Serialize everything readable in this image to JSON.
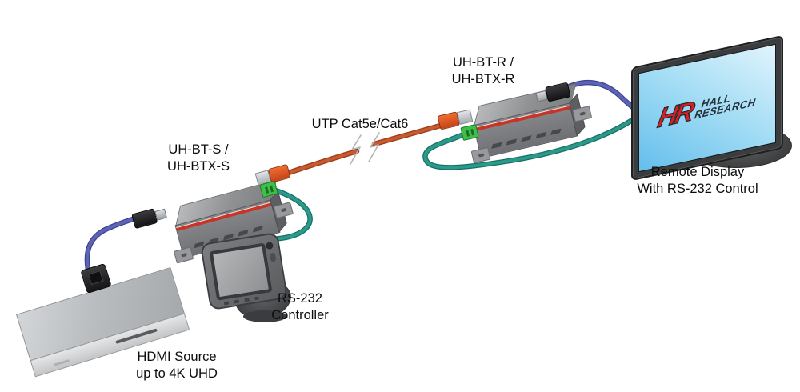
{
  "labels": {
    "transmitter": {
      "line1": "UH-BT-S /",
      "line2": "UH-BTX-S"
    },
    "receiver": {
      "line1": "UH-BT-R /",
      "line2": "UH-BTX-R"
    },
    "utp_cable": "UTP Cat5e/Cat6",
    "hdmi_source": {
      "line1": "HDMI Source",
      "line2": "up to 4K UHD"
    },
    "rs232_controller": {
      "line1": "RS-232",
      "line2": "Controller"
    },
    "remote_display": {
      "line1": "Remote Display",
      "line2": "With RS-232 Control"
    }
  },
  "logo": {
    "monogram": "HR",
    "line1": "HALL",
    "line2": "RESEARCH"
  },
  "colors": {
    "utp_cable": "#c65a32",
    "utp_cable_dark": "#9c3c14",
    "rs232_cable": "#2b9a8c",
    "rs232_cable_dark": "#177062",
    "hdmi_cable": "#5d64b4",
    "hdmi_cable_dark": "#3c4392",
    "accent_stripe": "#c63527",
    "logo_red": "#d42027",
    "screen_blue_light": "#dff2fc",
    "screen_blue_deep": "#62bdeb",
    "break_mark": "#b3b3b3"
  }
}
